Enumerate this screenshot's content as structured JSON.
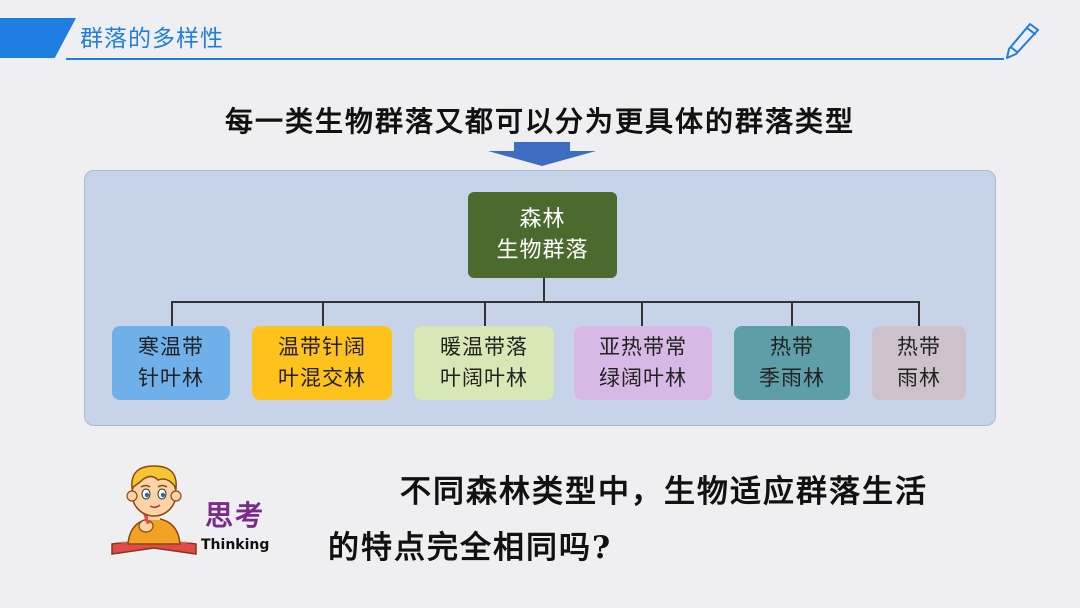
{
  "header": {
    "title": "群落的多样性",
    "accent_color": "#1f7ee1",
    "icon": "pen-icon"
  },
  "headline": "每一类生物群落又都可以分为更具体的群落类型",
  "diagram": {
    "arrow_icon": "down-arrow-icon",
    "root": {
      "line1": "森林",
      "line2": "生物群落",
      "color": "#4d6a2e"
    },
    "children": [
      {
        "line1": "寒温带",
        "line2": "针叶林",
        "color": "#6fb0ea"
      },
      {
        "line1": "温带针阔",
        "line2": "叶混交林",
        "color": "#ffc21c"
      },
      {
        "line1": "暖温带落",
        "line2": "叶阔叶林",
        "color": "#d7e8b6"
      },
      {
        "line1": "亚热带常",
        "line2": "绿阔叶林",
        "color": "#d8b8e4"
      },
      {
        "line1": "热带",
        "line2": "季雨林",
        "color": "#5e9ea6"
      },
      {
        "line1": "热带",
        "line2": "雨林",
        "color": "#cdc2cc"
      }
    ]
  },
  "thinking": {
    "label_cn": "思考",
    "label_en": "Thinking",
    "icon": "thinking-kid-icon"
  },
  "question": {
    "line1": "不同森林类型中，生物适应群落生活",
    "line2": "的特点完全相同吗?"
  }
}
